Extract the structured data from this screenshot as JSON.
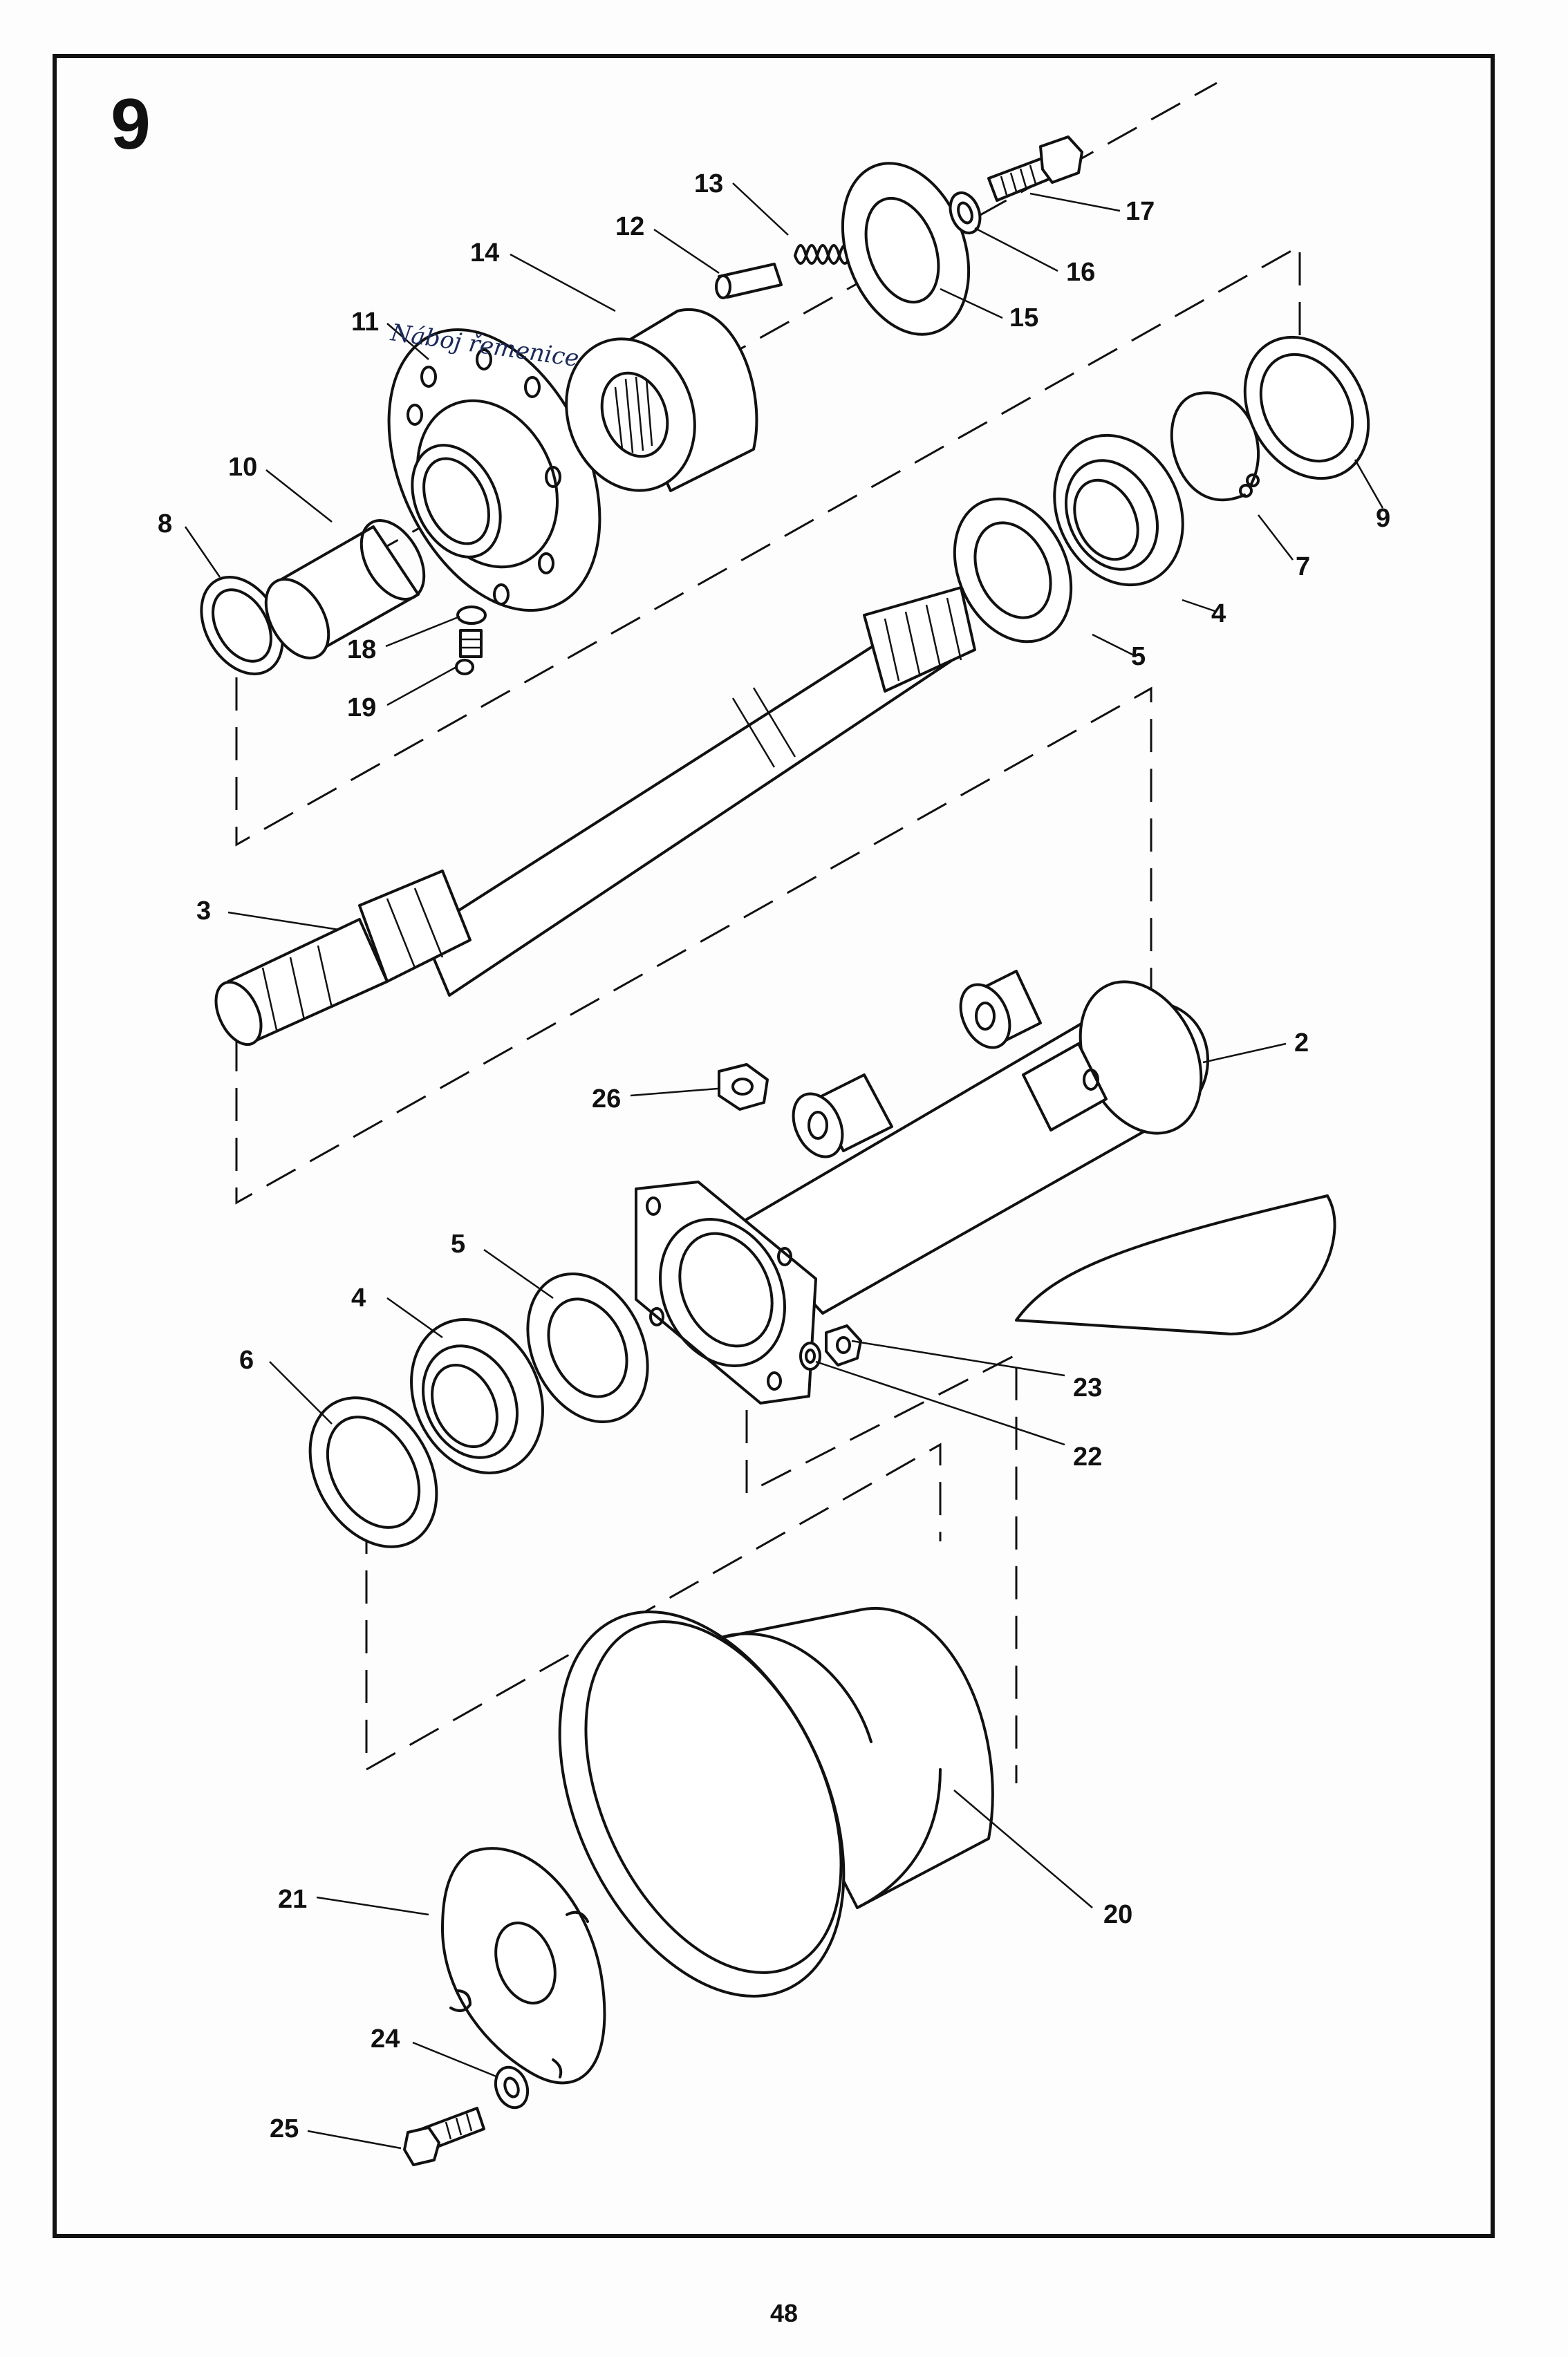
{
  "section_number": "9",
  "page_number": "48",
  "handwritten_note": "Náboj řemenice",
  "callouts": [
    {
      "id": "c2",
      "label": "2"
    },
    {
      "id": "c3",
      "label": "3"
    },
    {
      "id": "c4a",
      "label": "4"
    },
    {
      "id": "c4b",
      "label": "4"
    },
    {
      "id": "c5a",
      "label": "5"
    },
    {
      "id": "c5b",
      "label": "5"
    },
    {
      "id": "c6",
      "label": "6"
    },
    {
      "id": "c7",
      "label": "7"
    },
    {
      "id": "c8",
      "label": "8"
    },
    {
      "id": "c9",
      "label": "9"
    },
    {
      "id": "c10",
      "label": "10"
    },
    {
      "id": "c11",
      "label": "11"
    },
    {
      "id": "c12",
      "label": "12"
    },
    {
      "id": "c13",
      "label": "13"
    },
    {
      "id": "c14",
      "label": "14"
    },
    {
      "id": "c15",
      "label": "15"
    },
    {
      "id": "c16",
      "label": "16"
    },
    {
      "id": "c17",
      "label": "17"
    },
    {
      "id": "c18",
      "label": "18"
    },
    {
      "id": "c19",
      "label": "19"
    },
    {
      "id": "c20",
      "label": "20"
    },
    {
      "id": "c21",
      "label": "21"
    },
    {
      "id": "c22",
      "label": "22"
    },
    {
      "id": "c23",
      "label": "23"
    },
    {
      "id": "c24",
      "label": "24"
    },
    {
      "id": "c25",
      "label": "25"
    },
    {
      "id": "c26",
      "label": "26"
    }
  ]
}
